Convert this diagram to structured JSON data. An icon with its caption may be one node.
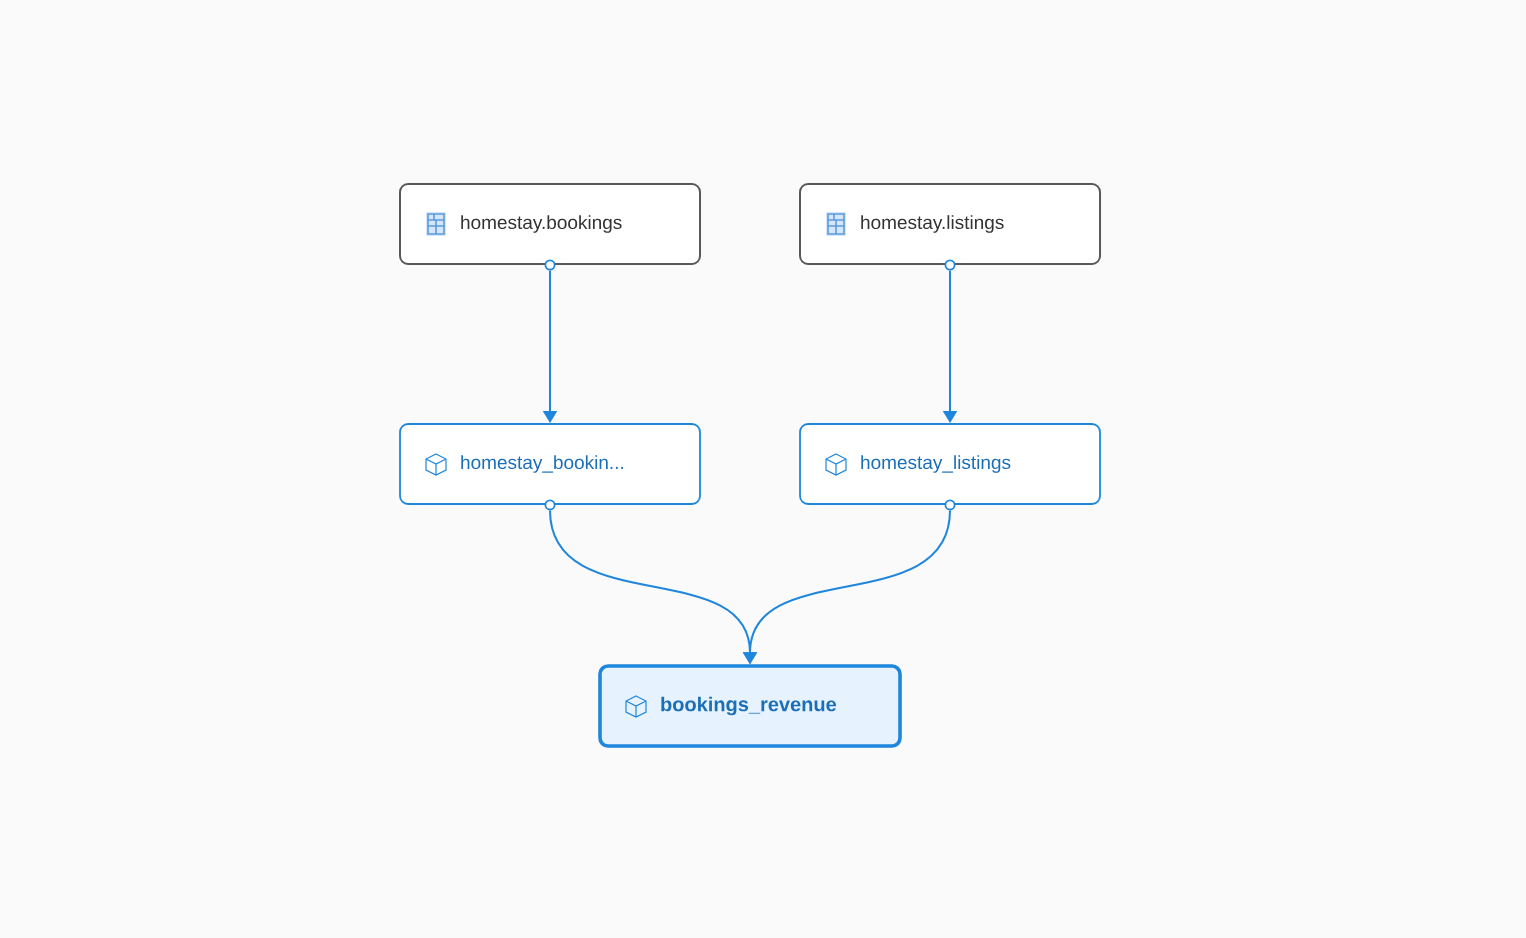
{
  "diagram": {
    "nodes": [
      {
        "text": [
          "homestay.bookings"
        ]
      },
      {
        "text": [
          "homestay.listings"
        ]
      },
      {
        "text": [
          "homestay_bookin..."
        ]
      },
      {
        "text": [
          "homestay_listings"
        ]
      },
      {
        "text": [
          "bookings_revenue"
        ]
      }
    ],
    "edges": [
      {
        "from": 0,
        "to": 2,
        "arrow": "to"
      },
      {
        "from": 1,
        "to": 3,
        "arrow": "to"
      },
      {
        "from": 2,
        "to": 4,
        "arrow": "to"
      },
      {
        "from": 3,
        "to": 4,
        "arrow": "to"
      }
    ]
  }
}
